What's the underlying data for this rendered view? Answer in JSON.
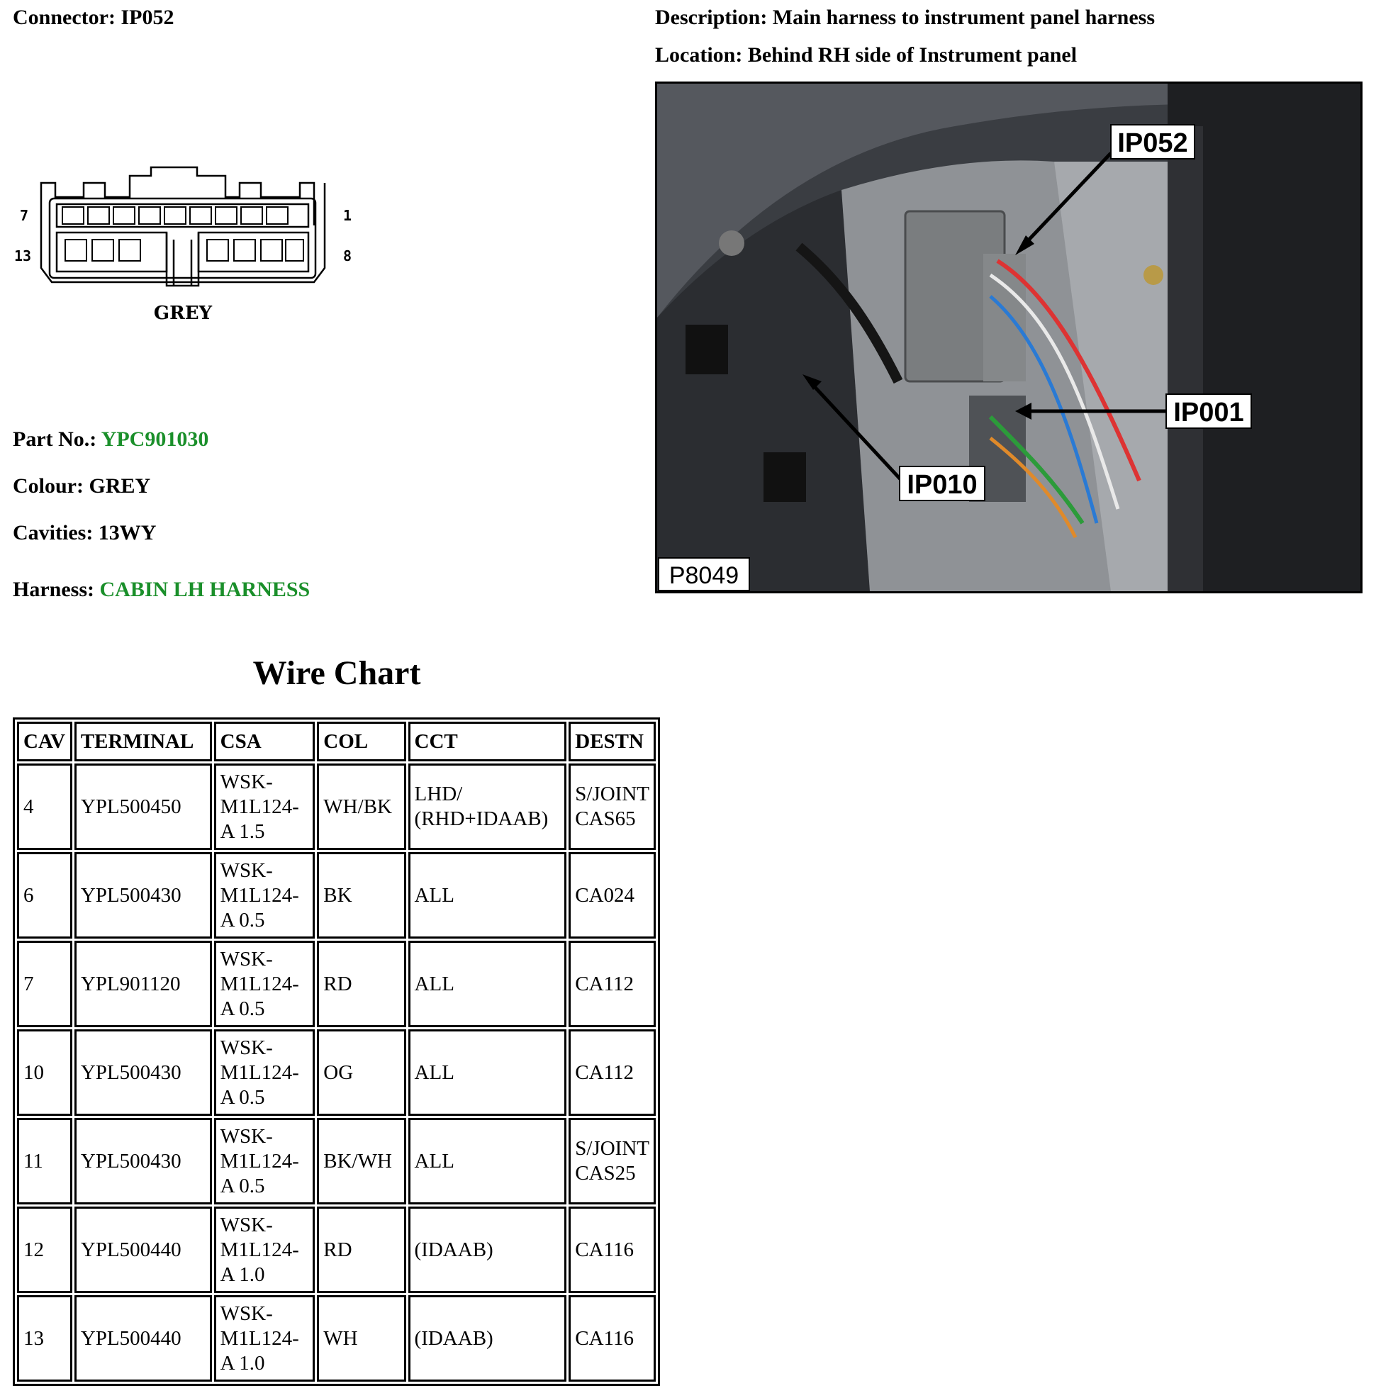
{
  "header": {
    "connector_label": "Connector: IP052",
    "description_label": "Description: Main harness to instrument panel harness",
    "location_label": "Location: Behind RH side of Instrument panel"
  },
  "connector_diagram": {
    "pin_top_left": "7",
    "pin_bottom_left": "13",
    "pin_top_right": "1",
    "pin_bottom_right": "8",
    "colour_caption": "GREY"
  },
  "details": {
    "part_no_label": "Part No.: ",
    "part_no_value": "YPC901030",
    "colour_label": "Colour: GREY",
    "cavities_label": "Cavities: 13WY",
    "harness_label": "Harness: ",
    "harness_value": "CABIN LH HARNESS"
  },
  "photo": {
    "callouts": [
      "IP052",
      "IP001",
      "IP010"
    ],
    "reference": "P8049"
  },
  "wire_chart": {
    "title": "Wire Chart",
    "columns": [
      "CAV",
      "TERMINAL",
      "CSA",
      "COL",
      "CCT",
      "DESTN"
    ],
    "rows": [
      {
        "cav": "4",
        "terminal": "YPL500450",
        "csa": "WSK-\nM1L124-\nA 1.5",
        "col": "WH/BK",
        "cct": "LHD/\n(RHD+IDAAB)",
        "destn": "S/JOINT\nCAS65"
      },
      {
        "cav": "6",
        "terminal": "YPL500430",
        "csa": "WSK-\nM1L124-\nA 0.5",
        "col": "BK",
        "cct": "ALL",
        "destn": "CA024"
      },
      {
        "cav": "7",
        "terminal": "YPL901120",
        "csa": "WSK-\nM1L124-\nA 0.5",
        "col": "RD",
        "cct": "ALL",
        "destn": "CA112"
      },
      {
        "cav": "10",
        "terminal": "YPL500430",
        "csa": "WSK-\nM1L124-\nA 0.5",
        "col": "OG",
        "cct": "ALL",
        "destn": "CA112"
      },
      {
        "cav": "11",
        "terminal": "YPL500430",
        "csa": "WSK-\nM1L124-\nA 0.5",
        "col": "BK/WH",
        "cct": "ALL",
        "destn": "S/JOINT\nCAS25"
      },
      {
        "cav": "12",
        "terminal": "YPL500440",
        "csa": "WSK-\nM1L124-\nA 1.0",
        "col": "RD",
        "cct": "(IDAAB)",
        "destn": "CA116"
      },
      {
        "cav": "13",
        "terminal": "YPL500440",
        "csa": "WSK-\nM1L124-\nA 1.0",
        "col": "WH",
        "cct": "(IDAAB)",
        "destn": "CA116"
      }
    ]
  }
}
